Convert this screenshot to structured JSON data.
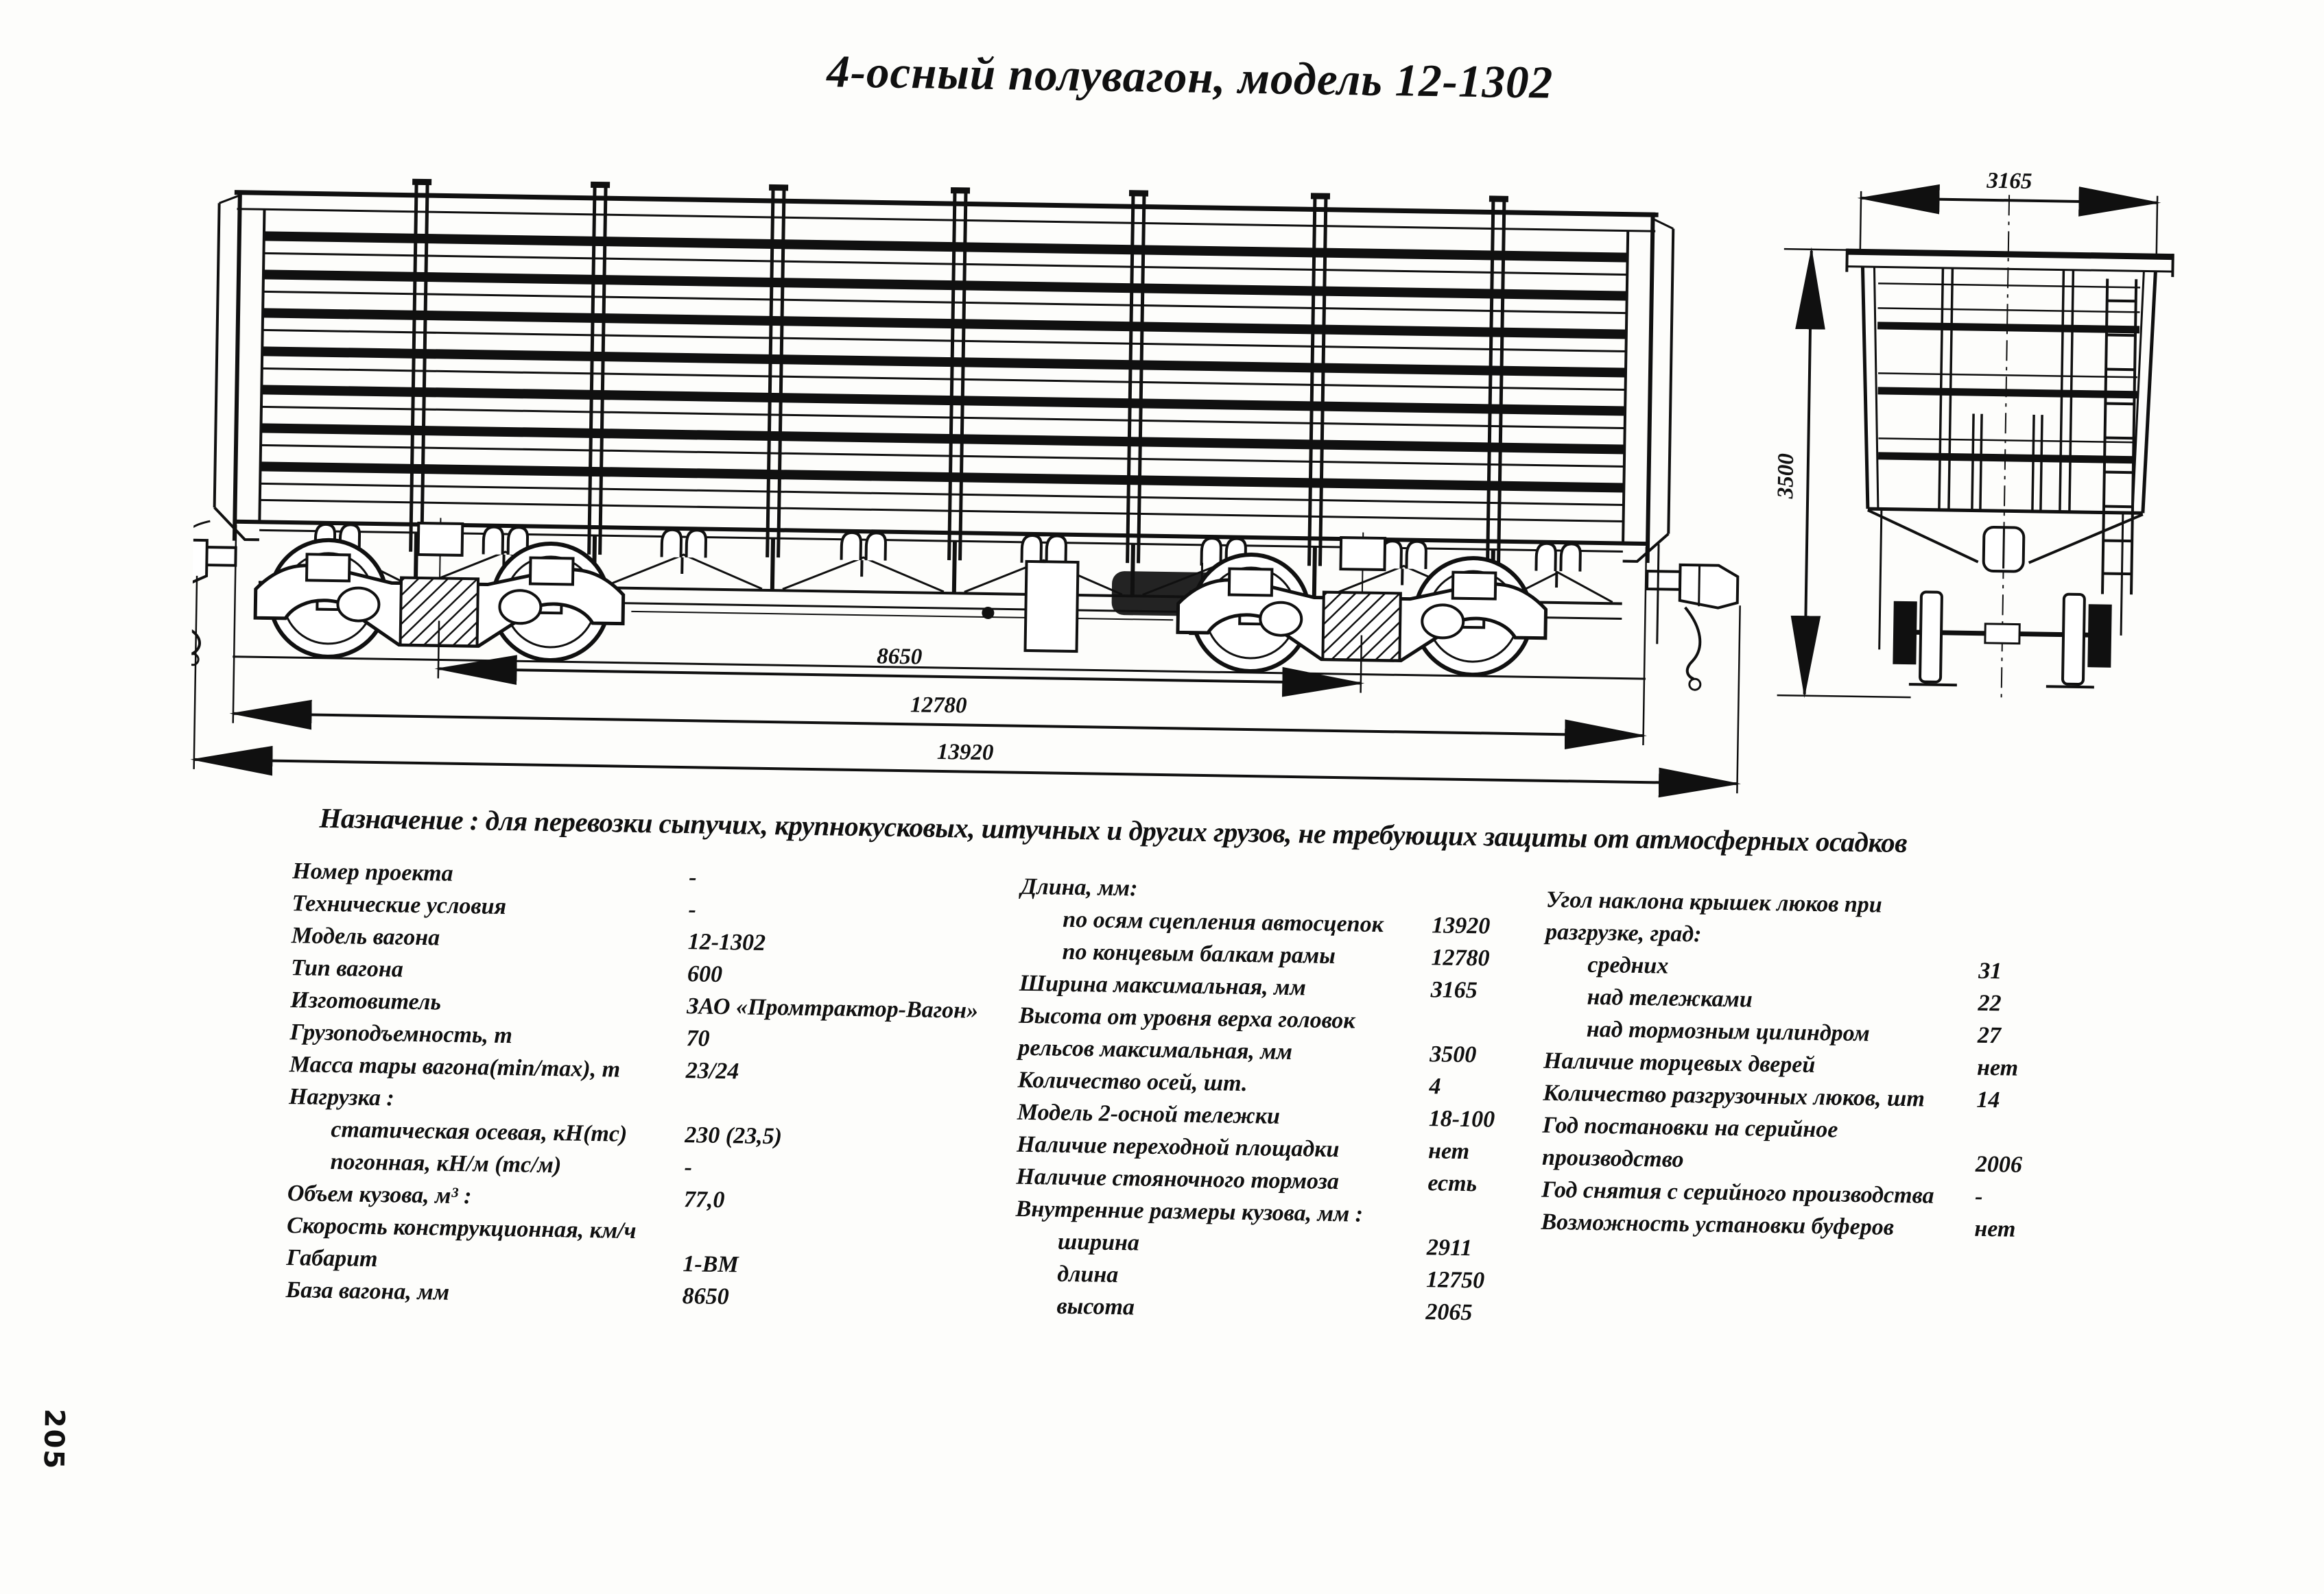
{
  "page": {
    "title": "4-осный полувагон, модель 12-1302",
    "purpose": "Назначение : для перевозки сыпучих, крупнокусковых, штучных и других грузов, не требующих защиты от атмосферных осадков",
    "page_number": "205"
  },
  "drawing": {
    "side_view": {
      "dim_bogie_base": "8650",
      "dim_frame_length": "12780",
      "dim_coupler_length": "13920"
    },
    "end_view": {
      "dim_width": "3165",
      "dim_height": "3500"
    }
  },
  "specs": {
    "col1": [
      {
        "label": "Номер проекта",
        "value": "-"
      },
      {
        "label": "Технические условия",
        "value": "-"
      },
      {
        "label": "Модель вагона",
        "value": "12-1302"
      },
      {
        "label": "Тип вагона",
        "value": "600"
      },
      {
        "label": "Изготовитель",
        "value": "ЗАО «Промтрактор-Вагон»"
      },
      {
        "label": "Грузоподъемность, т",
        "value": "70"
      },
      {
        "label": "Масса тары вагона(min/max), т",
        "value": "23/24"
      },
      {
        "label": "Нагрузка :",
        "value": ""
      },
      {
        "label": "статическая осевая, кН(тс)",
        "value": "230 (23,5)"
      },
      {
        "label": "погонная, кН/м (тс/м)",
        "value": "-"
      },
      {
        "label": "Объем кузова, м³ :",
        "value": "77,0"
      },
      {
        "label": "Скорость конструкционная, км/ч",
        "value": ""
      },
      {
        "label": "Габарит",
        "value": "1-ВМ"
      },
      {
        "label": "База вагона, мм",
        "value": "8650"
      }
    ],
    "col2": [
      {
        "label": "Длина, мм:",
        "value": ""
      },
      {
        "label": "по осям сцепления автосцепок",
        "value": "13920"
      },
      {
        "label": "по концевым балкам рамы",
        "value": "12780"
      },
      {
        "label": "Ширина максимальная, мм",
        "value": "3165"
      },
      {
        "label": "Высота от уровня верха головок",
        "value": ""
      },
      {
        "label": "рельсов максимальная, мм",
        "value": "3500"
      },
      {
        "label": "Количество осей, шт.",
        "value": "4"
      },
      {
        "label": "Модель 2-осной тележки",
        "value": "18-100"
      },
      {
        "label": "Наличие переходной площадки",
        "value": "нет"
      },
      {
        "label": "Наличие стояночного тормоза",
        "value": "есть"
      },
      {
        "label": "Внутренние размеры кузова, мм :",
        "value": ""
      },
      {
        "label": "ширина",
        "value": "2911"
      },
      {
        "label": "длина",
        "value": "12750"
      },
      {
        "label": "высота",
        "value": "2065"
      }
    ],
    "col3": [
      {
        "label": "Угол наклона крышек люков при",
        "value": ""
      },
      {
        "label": "разгрузке, град:",
        "value": ""
      },
      {
        "label": "средних",
        "value": "31"
      },
      {
        "label": "над тележками",
        "value": "22"
      },
      {
        "label": "над тормозным цилиндром",
        "value": "27"
      },
      {
        "label": "Наличие торцевых дверей",
        "value": "нет"
      },
      {
        "label": "Количество разгрузочных люков, шт",
        "value": "14"
      },
      {
        "label": "Год постановки на серийное",
        "value": ""
      },
      {
        "label": "производство",
        "value": "2006"
      },
      {
        "label": "Год снятия с серийного производства",
        "value": "-"
      },
      {
        "label": "Возможность установки буферов",
        "value": "нет"
      }
    ]
  }
}
